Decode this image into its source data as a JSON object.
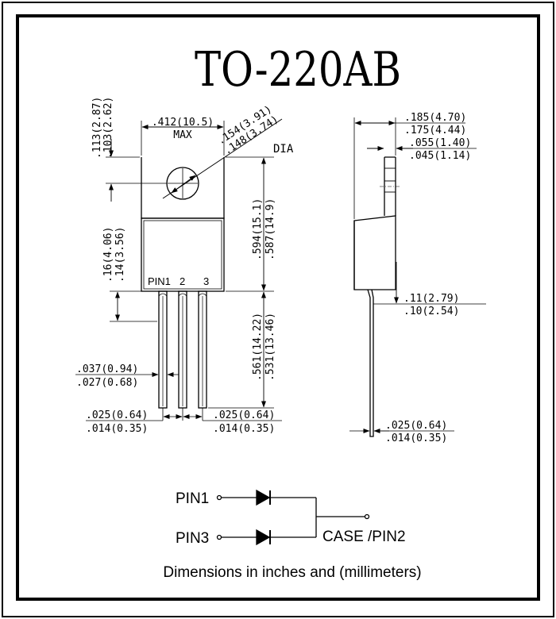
{
  "title": "TO-220AB",
  "front_view": {
    "width": {
      "inch": ".412",
      "mm": "(10.5)",
      "note": "MAX"
    },
    "hole_dia": {
      "max_inch": ".154",
      "max_mm": "(3.91)",
      "min_inch": ".148",
      "min_mm": "(3.74)",
      "note": "DIA"
    },
    "tab_hole_offset": {
      "max_inch": ".113",
      "max_mm": "(2.87)",
      "min_inch": ".103",
      "min_mm": "(2.62)"
    },
    "body_height": {
      "max_inch": ".594",
      "max_mm": "(15.1)",
      "min_inch": ".587",
      "min_mm": "(14.9)"
    },
    "shoulder": {
      "max_inch": ".16",
      "max_mm": "(4.06)",
      "min_inch": ".14",
      "min_mm": "(3.56)"
    },
    "lead_length": {
      "max_inch": ".561",
      "max_mm": "(14.22)",
      "min_inch": ".531",
      "min_mm": "(13.46)"
    },
    "lead_width": {
      "max_inch": ".037",
      "max_mm": "(0.94)",
      "min_inch": ".027",
      "min_mm": "(0.68)"
    },
    "lead_thickness_left": {
      "max_inch": ".025",
      "max_mm": "(0.64)",
      "min_inch": ".014",
      "min_mm": "(0.35)"
    },
    "lead_thickness_right": {
      "max_inch": ".025",
      "max_mm": "(0.64)",
      "min_inch": ".014",
      "min_mm": "(0.35)"
    },
    "pin_labels": {
      "p1": "PIN1",
      "p2": "2",
      "p3": "3"
    }
  },
  "side_view": {
    "depth": {
      "max_inch": ".185",
      "max_mm": "(4.70)",
      "min_inch": ".175",
      "min_mm": "(4.44)"
    },
    "tab_thickness": {
      "max_inch": ".055",
      "max_mm": "(1.40)",
      "min_inch": ".045",
      "min_mm": "(1.14)"
    },
    "lead_offset": {
      "max_inch": ".11",
      "max_mm": "(2.79)",
      "min_inch": ".10",
      "min_mm": "(2.54)"
    },
    "lead_thickness": {
      "max_inch": ".025",
      "max_mm": "(0.64)",
      "min_inch": ".014",
      "min_mm": "(0.35)"
    }
  },
  "schematic": {
    "pin1": "PIN1",
    "pin3": "PIN3",
    "case": "CASE /PIN2"
  },
  "footer": "Dimensions in inches and (millimeters)"
}
